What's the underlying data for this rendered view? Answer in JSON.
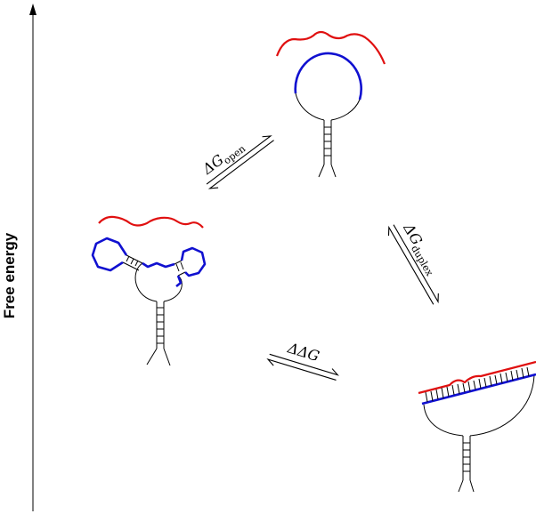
{
  "axis": {
    "label": "Free energy"
  },
  "transitions": {
    "open": {
      "symbol": "ΔG",
      "subscript": "open"
    },
    "duplex": {
      "symbol": "ΔG",
      "subscript": "duplex"
    },
    "ddg": {
      "symbol": "ΔΔG"
    }
  },
  "colors": {
    "target_strand": "#1010d0",
    "probe_strand": "#e01010",
    "backbone": "#000000"
  }
}
